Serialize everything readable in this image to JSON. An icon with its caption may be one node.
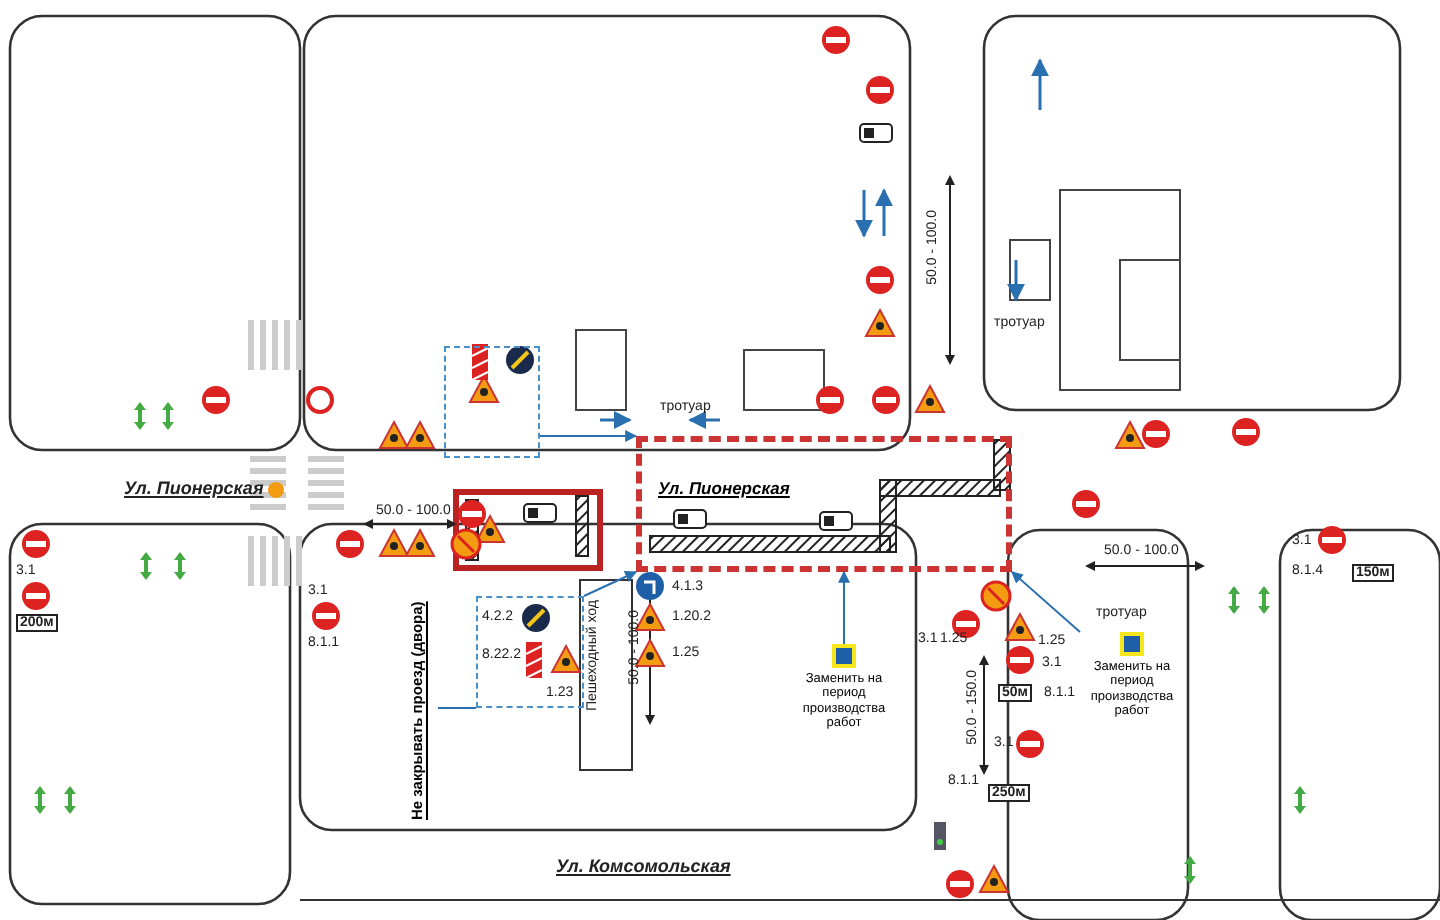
{
  "diagram": {
    "nodes": [
      {
        "text": [
          "Ул. Пионерская"
        ]
      },
      {
        "text": [
          "Не закрывать проезд (двора)"
        ]
      },
      {
        "text": [
          "Заменить на период производства работ"
        ]
      },
      {
        "text": [
          "Заменить на период производства работ"
        ]
      },
      {
        "text": [],
        "shape": "box"
      },
      {
        "text": [],
        "shape": "box"
      }
    ],
    "edges": [
      {
        "from": 1,
        "to": 5,
        "arrow": "none"
      },
      {
        "from": 5,
        "to": 0,
        "arrow": "to"
      },
      {
        "from": 4,
        "to": 0,
        "arrow": "to"
      },
      {
        "from": 2,
        "to": 0,
        "arrow": "to"
      },
      {
        "from": 3,
        "to": 0,
        "arrow": "to"
      }
    ],
    "labels": [
      "Ул. Пионерская",
      "Ул. Комсомольская",
      "тротуар",
      "тротуар",
      "тротуар",
      "50.0 - 100.0",
      "50.0 - 100.0",
      "50.0 - 100.0",
      "50.0 - 150.0",
      "50.0 - 100.0",
      "Пешеходный ход",
      "4.1.3",
      "1.20.2",
      "1.25",
      "4.2.2",
      "8.22.2",
      "1.23",
      "3.1",
      "1.25",
      "1.25",
      "3.1",
      "8.1.1",
      "50м",
      "3.1",
      "8.1.1",
      "250м",
      "3.1",
      "8.1.4",
      "150м",
      "3.1",
      "200м",
      "3.1",
      "8.1.1"
    ]
  }
}
